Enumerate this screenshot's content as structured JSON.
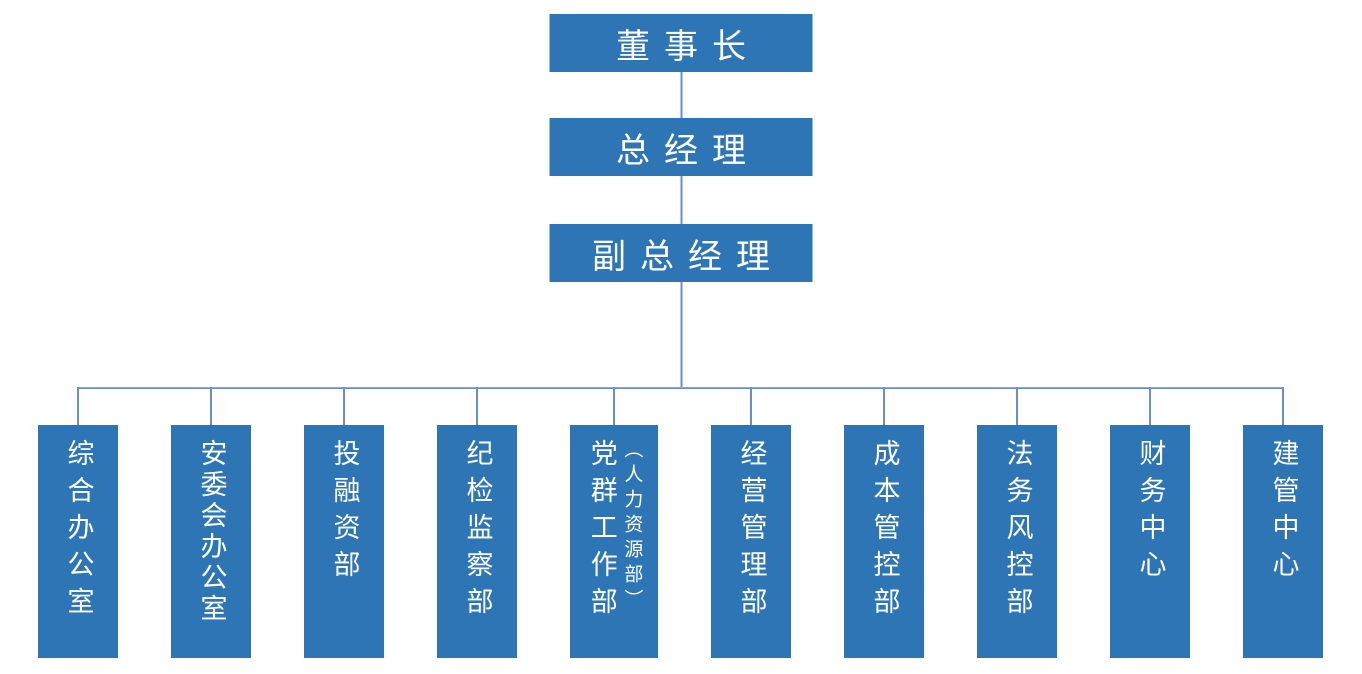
{
  "org": {
    "executives": [
      {
        "label": "董事长"
      },
      {
        "label": "总经理"
      },
      {
        "label": "副总经理"
      }
    ],
    "departments": [
      {
        "label": "综合办公室"
      },
      {
        "label": "安委会办公室"
      },
      {
        "label": "投融资部"
      },
      {
        "label": "纪检监察部"
      },
      {
        "label": "党群工作部",
        "sub_label": "（人力资源部）"
      },
      {
        "label": "经营管理部"
      },
      {
        "label": "成本管控部"
      },
      {
        "label": "法务风控部"
      },
      {
        "label": "财务中心"
      },
      {
        "label": "建管中心"
      }
    ],
    "colors": {
      "box_fill": "#2E75B6",
      "box_text": "#FFFFFF",
      "connector": "#6D8CD0"
    }
  }
}
